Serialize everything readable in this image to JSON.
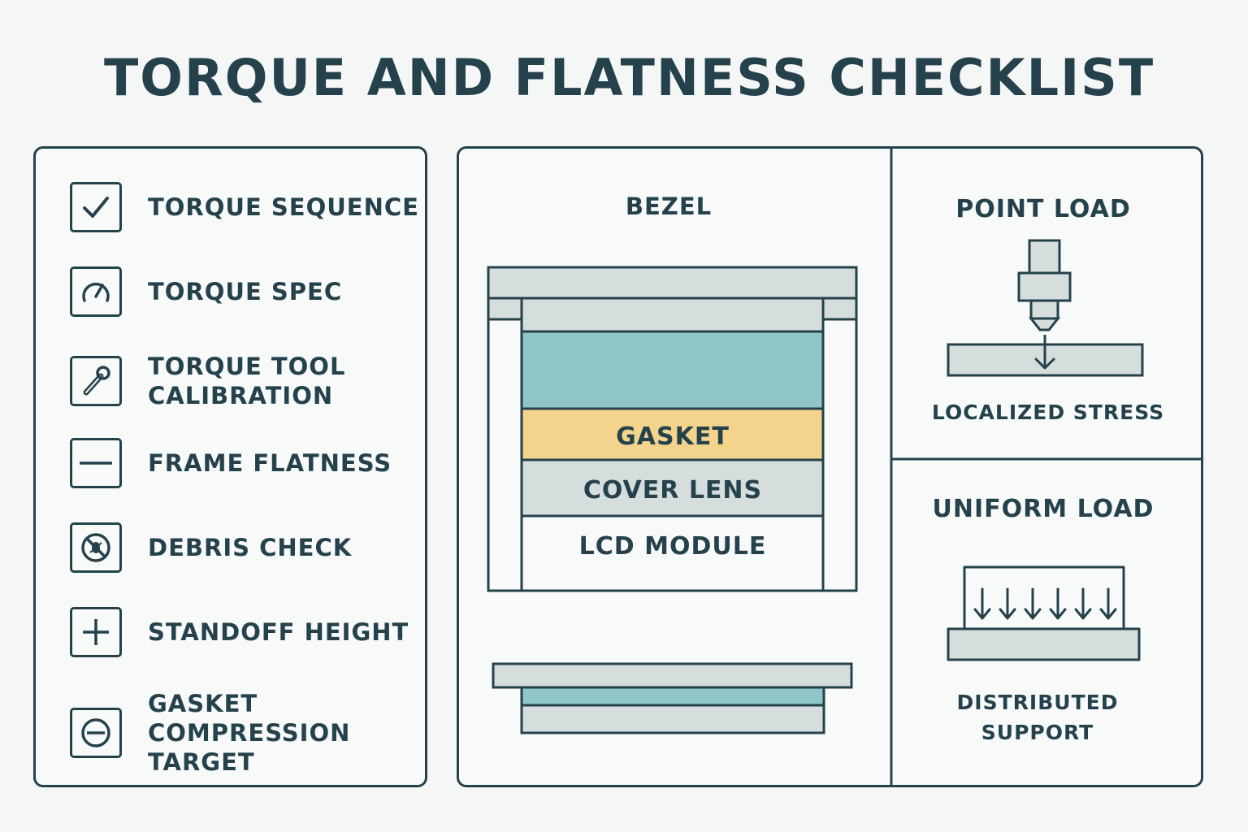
{
  "title": "TORQUE AND FLATNESS CHECKLIST",
  "checklist": [
    {
      "label": "TORQUE SEQUENCE",
      "icon": "checkmark-icon"
    },
    {
      "label": "TORQUE SPEC",
      "icon": "gauge-icon"
    },
    {
      "label": "TORQUE TOOL\nCALIBRATION",
      "icon": "wrench-icon"
    },
    {
      "label": "FRAME FLATNESS",
      "icon": "minus-line-icon"
    },
    {
      "label": "DEBRIS CHECK",
      "icon": "no-debris-icon"
    },
    {
      "label": "STANDOFF HEIGHT",
      "icon": "plus-icon"
    },
    {
      "label": "GASKET\nCOMPRESSION\nTARGET",
      "icon": "minus-circle-icon"
    }
  ],
  "stack": {
    "bezel_label": "BEZEL",
    "gasket_label": "GASKET",
    "cover_lens_label": "COVER LENS",
    "lcd_module_label": "LCD MODULE"
  },
  "point_load": {
    "title": "POINT LOAD",
    "caption": "LOCALIZED STRESS"
  },
  "uniform_load": {
    "title": "UNIFORM LOAD",
    "caption_line1": "DISTRIBUTED",
    "caption_line2": "SUPPORT"
  },
  "colors": {
    "ink": "#25424c",
    "gray": "#d6dddd",
    "teal": "#8ec7c5",
    "gasket": "#f4d48c",
    "panel": "#f8fafa"
  }
}
